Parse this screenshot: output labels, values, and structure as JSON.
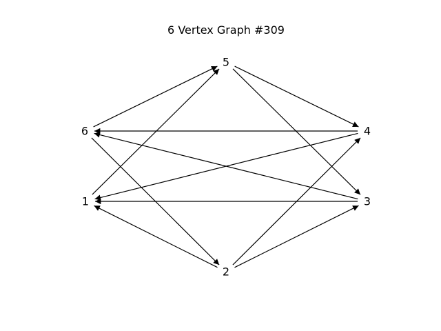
{
  "title": "6 Vertex Graph #309",
  "nodes": [
    {
      "id": "5",
      "label": "5"
    },
    {
      "id": "6",
      "label": "6"
    },
    {
      "id": "4",
      "label": "4"
    },
    {
      "id": "1",
      "label": "1"
    },
    {
      "id": "3",
      "label": "3"
    },
    {
      "id": "2",
      "label": "2"
    }
  ],
  "edges": [
    {
      "from": "6",
      "to": "5"
    },
    {
      "from": "1",
      "to": "5"
    },
    {
      "from": "5",
      "to": "4"
    },
    {
      "from": "5",
      "to": "3"
    },
    {
      "from": "4",
      "to": "6"
    },
    {
      "from": "3",
      "to": "6"
    },
    {
      "from": "6",
      "to": "2"
    },
    {
      "from": "4",
      "to": "1"
    },
    {
      "from": "3",
      "to": "1"
    },
    {
      "from": "2",
      "to": "1"
    },
    {
      "from": "2",
      "to": "4"
    },
    {
      "from": "2",
      "to": "3"
    }
  ],
  "colors": {
    "line": "#000000",
    "text": "#000000",
    "background": "#ffffff"
  }
}
